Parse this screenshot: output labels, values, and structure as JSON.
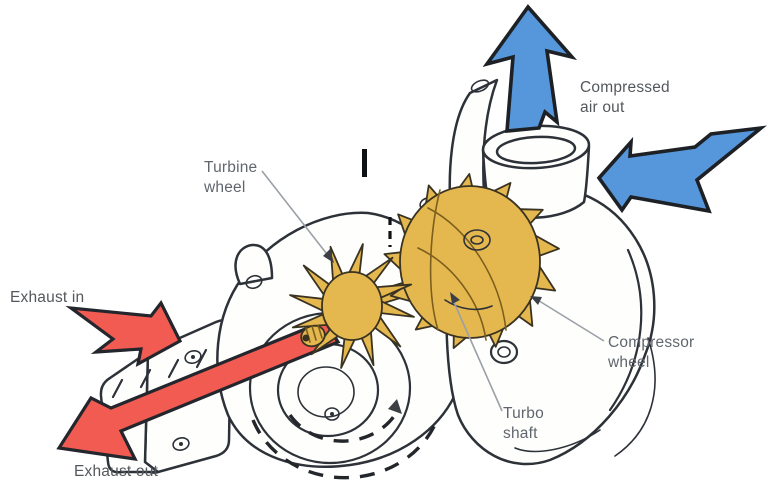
{
  "diagram": {
    "type": "turbocharger-airflow-cutaway",
    "labels": {
      "turbine_wheel": {
        "line1": "Turbine",
        "line2": "wheel"
      },
      "compressor_wheel": {
        "line1": "Compressor",
        "line2": "wheel"
      },
      "turbo_shaft": {
        "line1": "Turbo",
        "line2": "shaft"
      },
      "compressed_air_out": {
        "line1": "Compressed",
        "line2": "air out"
      },
      "exhaust_in": "Exhaust in",
      "exhaust_out": "Exhaust out"
    },
    "colors": {
      "compressed_air_arrow": "#5697dc",
      "exhaust_arrow": "#f15b51",
      "wheel_gold": "#e5b84f",
      "line_art": "#2d3138",
      "label_text": "#60666d"
    }
  }
}
